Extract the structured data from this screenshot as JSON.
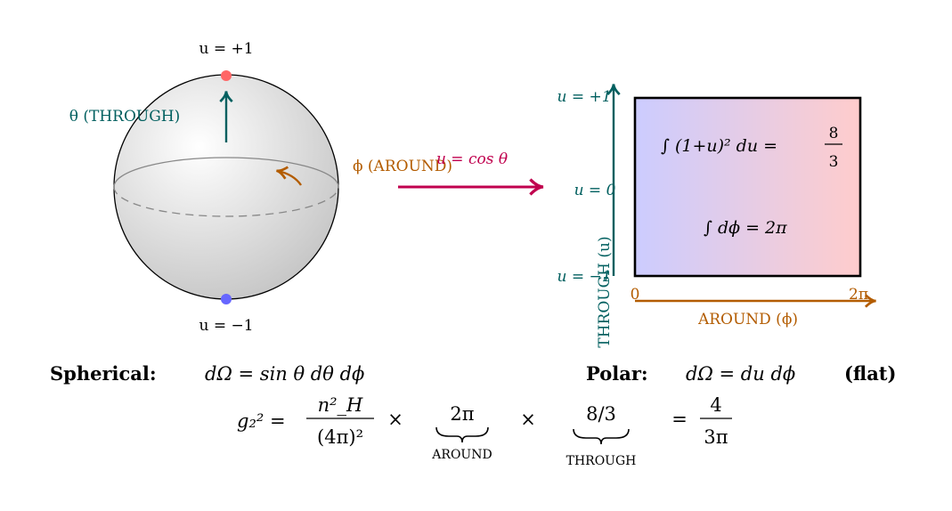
{
  "colors": {
    "teal": "#005f5f",
    "orange": "#b35c00",
    "crimson": "#c0004e",
    "north_dot": "#ff6666",
    "south_dot": "#6666ff",
    "box_left": "#ccccff",
    "box_right": "#ffcccc",
    "equator": "#888888"
  },
  "sphere": {
    "north_label": "u = +1",
    "south_label": "u = −1",
    "theta_label": "θ (THROUGH)",
    "phi_label": "ϕ (AROUND)",
    "caption_bold": "Spherical:",
    "caption_math": "dΩ = sin θ dθ dϕ"
  },
  "mapping": {
    "label": "u = cos θ"
  },
  "polar": {
    "u_top": "u = +1",
    "u_mid": "u = 0",
    "u_bot": "u = −1",
    "vertical_axis_label": "THROUGH (u)",
    "horizontal_axis_label": "AROUND (ϕ)",
    "phi_start": "0",
    "phi_end": "2π",
    "integral_u": "∫ (1+u)² du =",
    "integral_u_num": "8",
    "integral_u_den": "3",
    "integral_phi": "∫ dϕ = 2π",
    "caption_bold": "Polar:",
    "caption_math": "dΩ = du dϕ",
    "caption_suffix": "(flat)"
  },
  "formula": {
    "lhs": "g₂² =",
    "frac_num": "n²_H",
    "frac_den": "(4π)²",
    "times1": "×",
    "around_value": "2π",
    "around_label": "AROUND",
    "times2": "×",
    "through_value": "8/3",
    "through_label": "THROUGH",
    "equals": "=",
    "result_num": "4",
    "result_den": "3π"
  }
}
